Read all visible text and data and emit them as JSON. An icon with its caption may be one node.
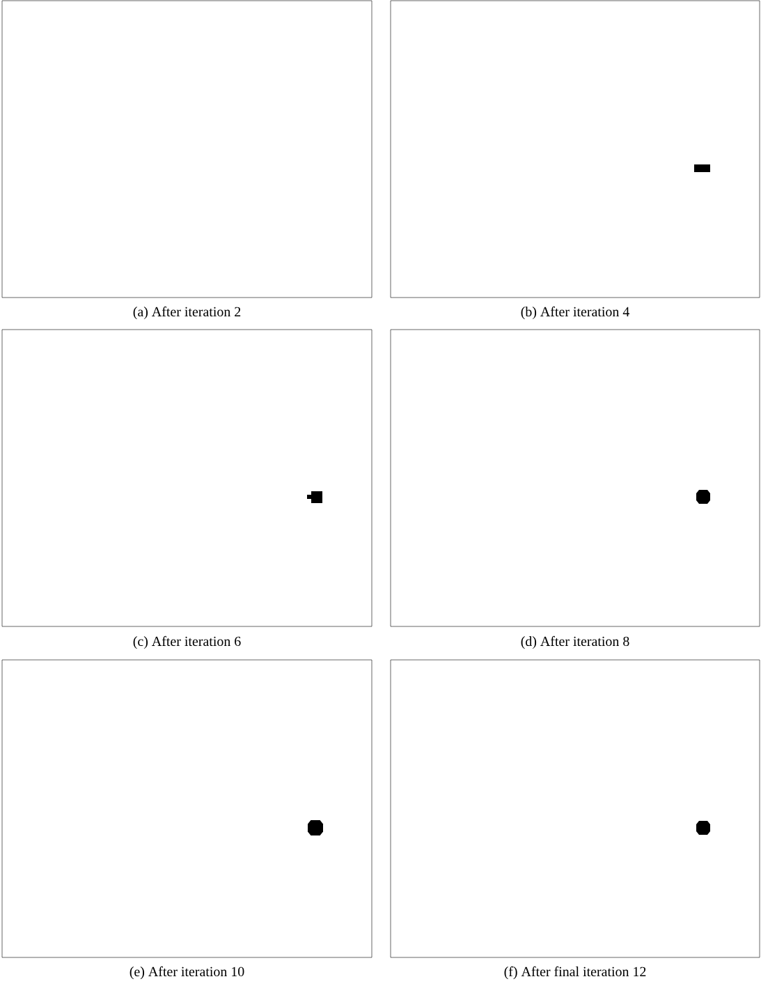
{
  "diagram": {
    "nodes": [
      {
        "text": [],
        "shape": "box",
        "beside": [
          "(a) After iteration 2"
        ]
      },
      {
        "text": [],
        "shape": "box",
        "beside": [
          "(b) After iteration 4"
        ]
      },
      {
        "text": [],
        "shape": "box",
        "beside": [
          "(c) After iteration 6"
        ]
      },
      {
        "text": [],
        "shape": "box",
        "beside": [
          "(d) After iteration 8"
        ]
      },
      {
        "text": [],
        "shape": "box",
        "beside": [
          "(e) After iteration 10"
        ]
      },
      {
        "text": [],
        "shape": "box",
        "beside": [
          "(f) After final iteration 12"
        ]
      }
    ]
  }
}
